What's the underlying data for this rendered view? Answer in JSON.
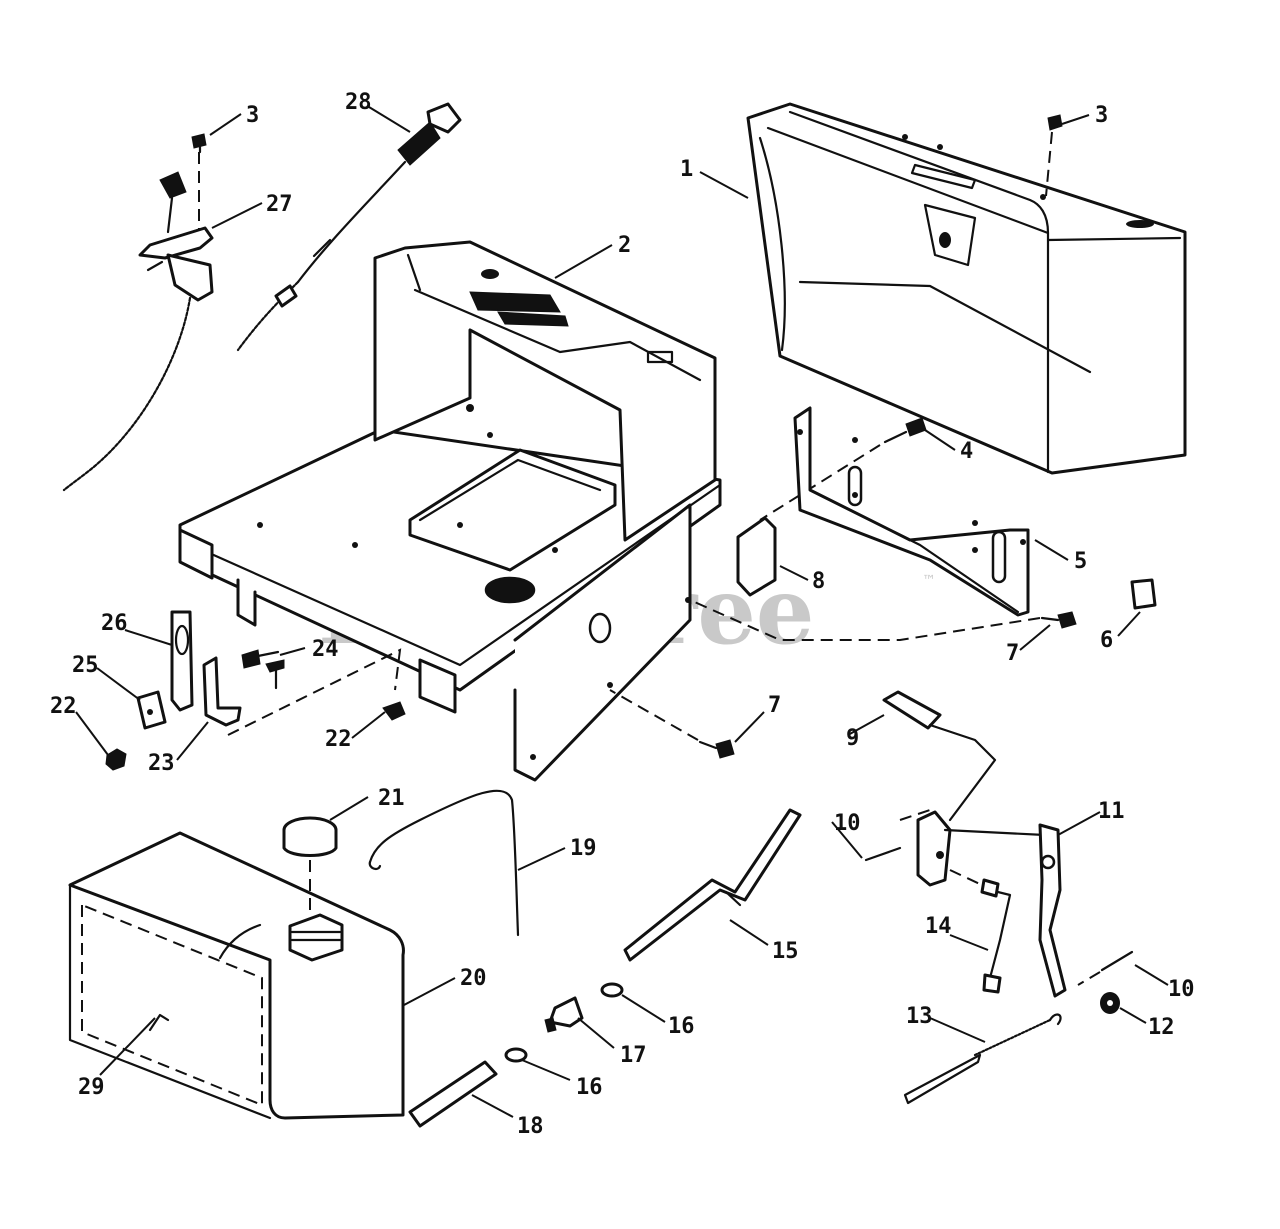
{
  "watermark": {
    "text": "PartsTree",
    "trademark": "™"
  },
  "callouts": [
    {
      "key": "c1",
      "text": "1"
    },
    {
      "key": "c2",
      "text": "2"
    },
    {
      "key": "c3a",
      "text": "3"
    },
    {
      "key": "c3b",
      "text": "3"
    },
    {
      "key": "c4",
      "text": "4"
    },
    {
      "key": "c5",
      "text": "5"
    },
    {
      "key": "c6",
      "text": "6"
    },
    {
      "key": "c7a",
      "text": "7"
    },
    {
      "key": "c7b",
      "text": "7"
    },
    {
      "key": "c8",
      "text": "8"
    },
    {
      "key": "c9",
      "text": "9"
    },
    {
      "key": "c10a",
      "text": "10"
    },
    {
      "key": "c10b",
      "text": "10"
    },
    {
      "key": "c11",
      "text": "11"
    },
    {
      "key": "c12",
      "text": "12"
    },
    {
      "key": "c13",
      "text": "13"
    },
    {
      "key": "c14",
      "text": "14"
    },
    {
      "key": "c15",
      "text": "15"
    },
    {
      "key": "c16a",
      "text": "16"
    },
    {
      "key": "c16b",
      "text": "16"
    },
    {
      "key": "c17",
      "text": "17"
    },
    {
      "key": "c18",
      "text": "18"
    },
    {
      "key": "c19",
      "text": "19"
    },
    {
      "key": "c20",
      "text": "20"
    },
    {
      "key": "c21",
      "text": "21"
    },
    {
      "key": "c22a",
      "text": "22"
    },
    {
      "key": "c22b",
      "text": "22"
    },
    {
      "key": "c23",
      "text": "23"
    },
    {
      "key": "c24",
      "text": "24"
    },
    {
      "key": "c25",
      "text": "25"
    },
    {
      "key": "c26",
      "text": "26"
    },
    {
      "key": "c27",
      "text": "27"
    },
    {
      "key": "c28",
      "text": "28"
    },
    {
      "key": "c29",
      "text": "29"
    }
  ]
}
